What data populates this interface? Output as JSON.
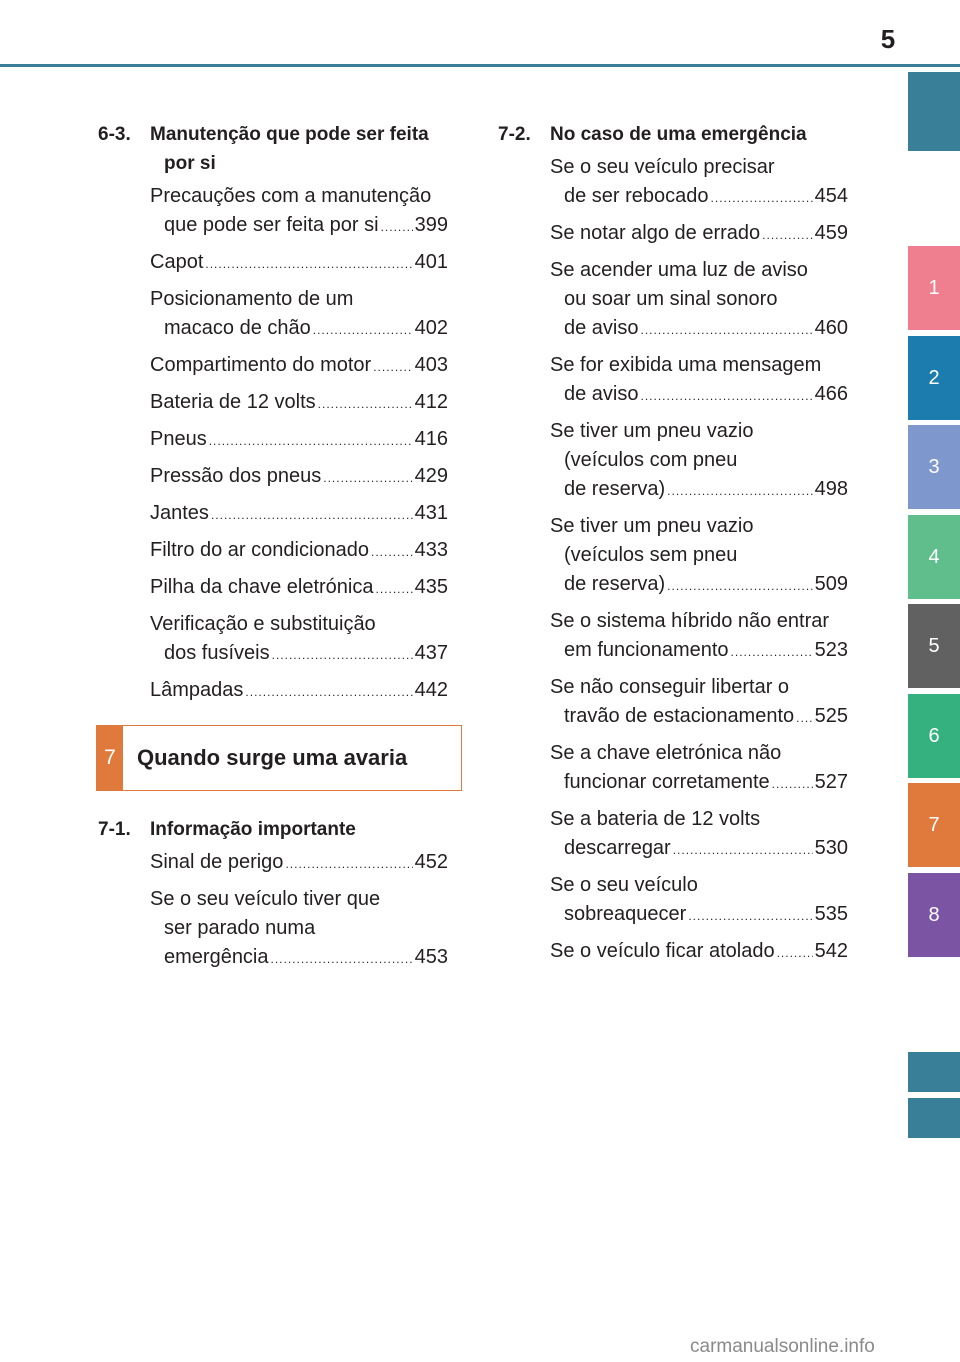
{
  "page": {
    "number": "5",
    "watermark": "carmanualsonline.info"
  },
  "tabs": [
    "1",
    "2",
    "3",
    "4",
    "5",
    "6",
    "7",
    "8"
  ],
  "colors": {
    "rule": "#3a7f98",
    "tab_top": "#3a7f98",
    "tab1": "#ef7f8e",
    "tab2": "#1b7cad",
    "tab3": "#7e97cc",
    "tab4": "#60be8c",
    "tab5": "#616161",
    "tab6": "#35b17f",
    "tab7": "#e07a3c",
    "tab8": "#7b54a4",
    "banner": "#e07a3c"
  },
  "left": {
    "section_6_3": {
      "num": "6-3.",
      "title_1": "Manutenção que pode ser feita",
      "title_2": "por si",
      "entries": [
        {
          "lines": [
            "Precauções com a manutenção"
          ],
          "last": "que pode ser feita por si",
          "page": "399"
        },
        {
          "lines": [],
          "last": "Capot",
          "page": "401"
        },
        {
          "lines": [
            "Posicionamento de um"
          ],
          "last": "macaco de chão",
          "page": "402"
        },
        {
          "lines": [],
          "last": "Compartimento do motor",
          "page": "403"
        },
        {
          "lines": [],
          "last": "Bateria de 12 volts",
          "page": "412"
        },
        {
          "lines": [],
          "last": "Pneus",
          "page": "416"
        },
        {
          "lines": [],
          "last": "Pressão dos pneus",
          "page": "429"
        },
        {
          "lines": [],
          "last": "Jantes",
          "page": "431"
        },
        {
          "lines": [],
          "last": "Filtro do ar condicionado",
          "page": "433"
        },
        {
          "lines": [],
          "last": "Pilha da chave eletrónica",
          "page": "435"
        },
        {
          "lines": [
            "Verificação e substituição"
          ],
          "last": "dos fusíveis",
          "page": "437"
        },
        {
          "lines": [],
          "last": "Lâmpadas",
          "page": "442"
        }
      ]
    },
    "banner": {
      "num": "7",
      "title": "Quando surge uma avaria"
    },
    "section_7_1": {
      "num": "7-1.",
      "title_1": "Informação importante",
      "entries": [
        {
          "lines": [],
          "last": "Sinal de perigo",
          "page": "452"
        },
        {
          "lines": [
            "Se o seu veículo tiver que",
            "ser parado numa"
          ],
          "last": "emergência",
          "page": "453"
        }
      ]
    }
  },
  "right": {
    "section_7_2": {
      "num": "7-2.",
      "title_1": "No caso de uma emergência",
      "entries": [
        {
          "lines": [
            "Se o seu veículo precisar"
          ],
          "last": "de ser rebocado",
          "page": "454"
        },
        {
          "lines": [],
          "last": "Se notar algo de errado",
          "page": "459"
        },
        {
          "lines": [
            "Se acender uma luz de aviso",
            "ou soar um sinal sonoro"
          ],
          "last": "de aviso",
          "page": "460"
        },
        {
          "lines": [
            "Se for exibida uma mensagem"
          ],
          "last": "de aviso",
          "page": "466"
        },
        {
          "lines": [
            "Se tiver um pneu vazio",
            "(veículos com pneu"
          ],
          "last": "de reserva)",
          "page": "498"
        },
        {
          "lines": [
            "Se tiver um pneu vazio",
            "(veículos sem pneu"
          ],
          "last": "de reserva)",
          "page": "509"
        },
        {
          "lines": [
            "Se o sistema híbrido não entrar"
          ],
          "last": "em funcionamento",
          "page": "523"
        },
        {
          "lines": [
            "Se não  conseguir libertar o"
          ],
          "last": "travão de estacionamento",
          "page": "525"
        },
        {
          "lines": [
            "Se a chave eletrónica não"
          ],
          "last": "funcionar corretamente",
          "page": "527"
        },
        {
          "lines": [
            "Se a bateria de 12 volts"
          ],
          "last": "descarregar",
          "page": "530"
        },
        {
          "lines": [
            "Se o seu veículo"
          ],
          "last": "sobreaquecer",
          "page": "535"
        },
        {
          "lines": [],
          "last": "Se o veículo ficar atolado",
          "page": "542"
        }
      ]
    }
  }
}
